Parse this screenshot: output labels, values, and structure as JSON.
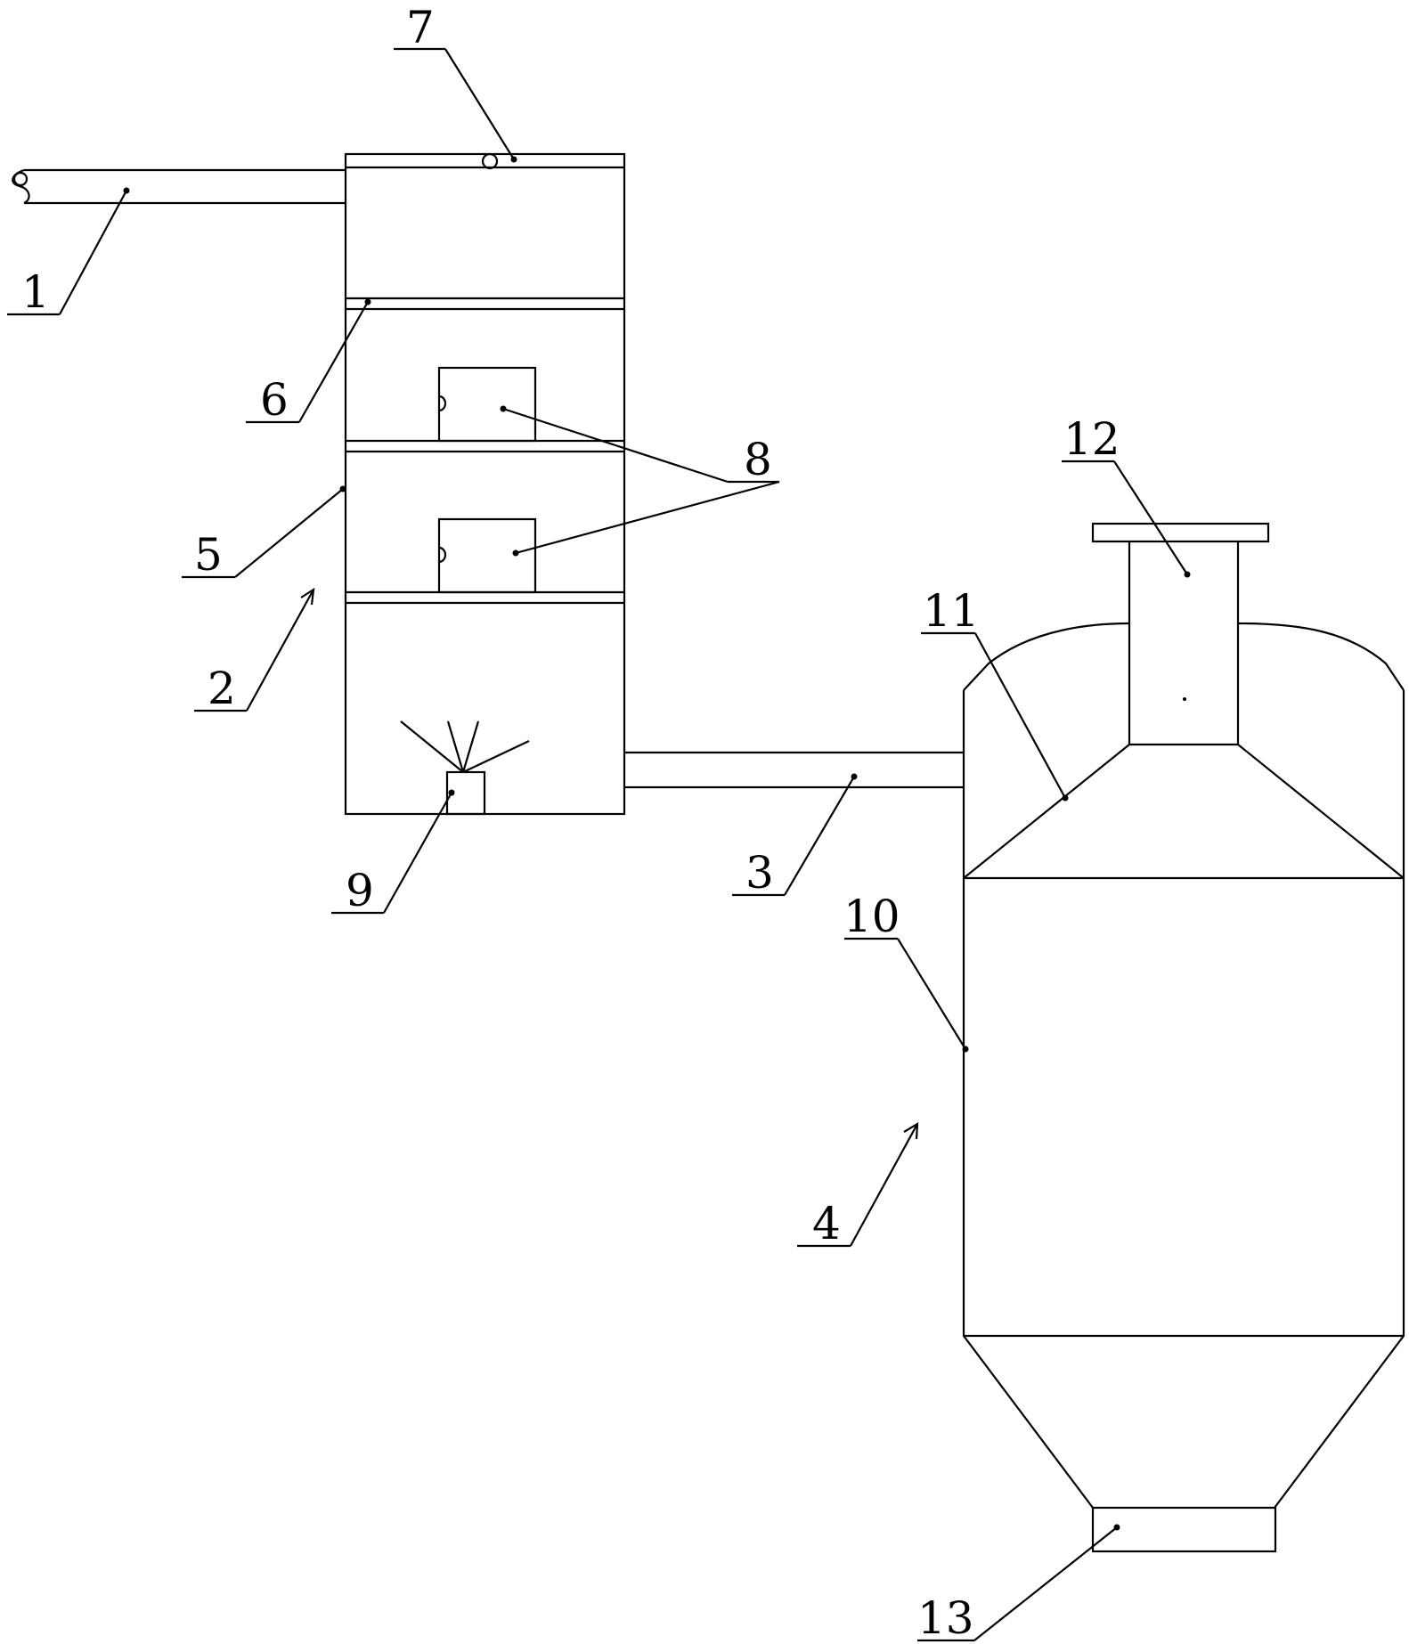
{
  "labels": {
    "1": "1",
    "2": "2",
    "3": "3",
    "4": "4",
    "5": "5",
    "6": "6",
    "7": "7",
    "8": "8",
    "9": "9",
    "10": "10",
    "11": "11",
    "12": "12",
    "13": "13"
  },
  "colors": {
    "stroke": "#000000",
    "background": "#ffffff"
  }
}
